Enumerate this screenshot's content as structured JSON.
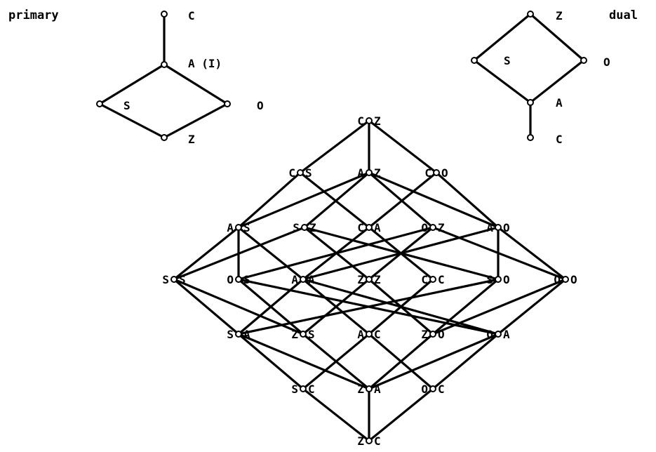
{
  "primary": {
    "title": "primary",
    "nodes": [
      {
        "id": "C",
        "label": "C"
      },
      {
        "id": "A",
        "label": "A (I)"
      },
      {
        "id": "S",
        "label": "S"
      },
      {
        "id": "O",
        "label": "O"
      },
      {
        "id": "Z",
        "label": "Z"
      }
    ],
    "edges": [
      [
        "C",
        "A"
      ],
      [
        "A",
        "S"
      ],
      [
        "A",
        "O"
      ],
      [
        "S",
        "Z"
      ],
      [
        "O",
        "Z"
      ]
    ]
  },
  "dual": {
    "title": "dual",
    "nodes": [
      {
        "id": "Z",
        "label": "Z"
      },
      {
        "id": "S",
        "label": "S"
      },
      {
        "id": "O",
        "label": "O"
      },
      {
        "id": "A",
        "label": "A"
      },
      {
        "id": "C",
        "label": "C"
      }
    ],
    "edges": [
      [
        "Z",
        "S"
      ],
      [
        "Z",
        "O"
      ],
      [
        "S",
        "A"
      ],
      [
        "O",
        "A"
      ],
      [
        "A",
        "C"
      ]
    ]
  },
  "product": {
    "nodes": [
      {
        "id": "CZ",
        "left": "C",
        "right": "Z"
      },
      {
        "id": "CS",
        "left": "C",
        "right": "S"
      },
      {
        "id": "AZ",
        "left": "A",
        "right": "Z"
      },
      {
        "id": "CO",
        "left": "C",
        "right": "O"
      },
      {
        "id": "AS",
        "left": "A",
        "right": "S"
      },
      {
        "id": "SZ",
        "left": "S",
        "right": "Z"
      },
      {
        "id": "CA",
        "left": "C",
        "right": "A"
      },
      {
        "id": "OZ",
        "left": "O",
        "right": "Z"
      },
      {
        "id": "AO",
        "left": "A",
        "right": "O"
      },
      {
        "id": "SS",
        "left": "S",
        "right": "S"
      },
      {
        "id": "OS",
        "left": "O",
        "right": "S"
      },
      {
        "id": "AA",
        "left": "A",
        "right": "A"
      },
      {
        "id": "ZZ",
        "left": "Z",
        "right": "Z"
      },
      {
        "id": "CC",
        "left": "C",
        "right": "C"
      },
      {
        "id": "SO",
        "left": "S",
        "right": "O"
      },
      {
        "id": "OO",
        "left": "O",
        "right": "O"
      },
      {
        "id": "SA",
        "left": "S",
        "right": "A"
      },
      {
        "id": "ZS",
        "left": "Z",
        "right": "S"
      },
      {
        "id": "AC",
        "left": "A",
        "right": "C"
      },
      {
        "id": "ZO",
        "left": "Z",
        "right": "O"
      },
      {
        "id": "OA",
        "left": "O",
        "right": "A"
      },
      {
        "id": "SC",
        "left": "S",
        "right": "C"
      },
      {
        "id": "ZA",
        "left": "Z",
        "right": "A"
      },
      {
        "id": "OC",
        "left": "O",
        "right": "C"
      },
      {
        "id": "ZC",
        "left": "Z",
        "right": "C"
      }
    ]
  }
}
